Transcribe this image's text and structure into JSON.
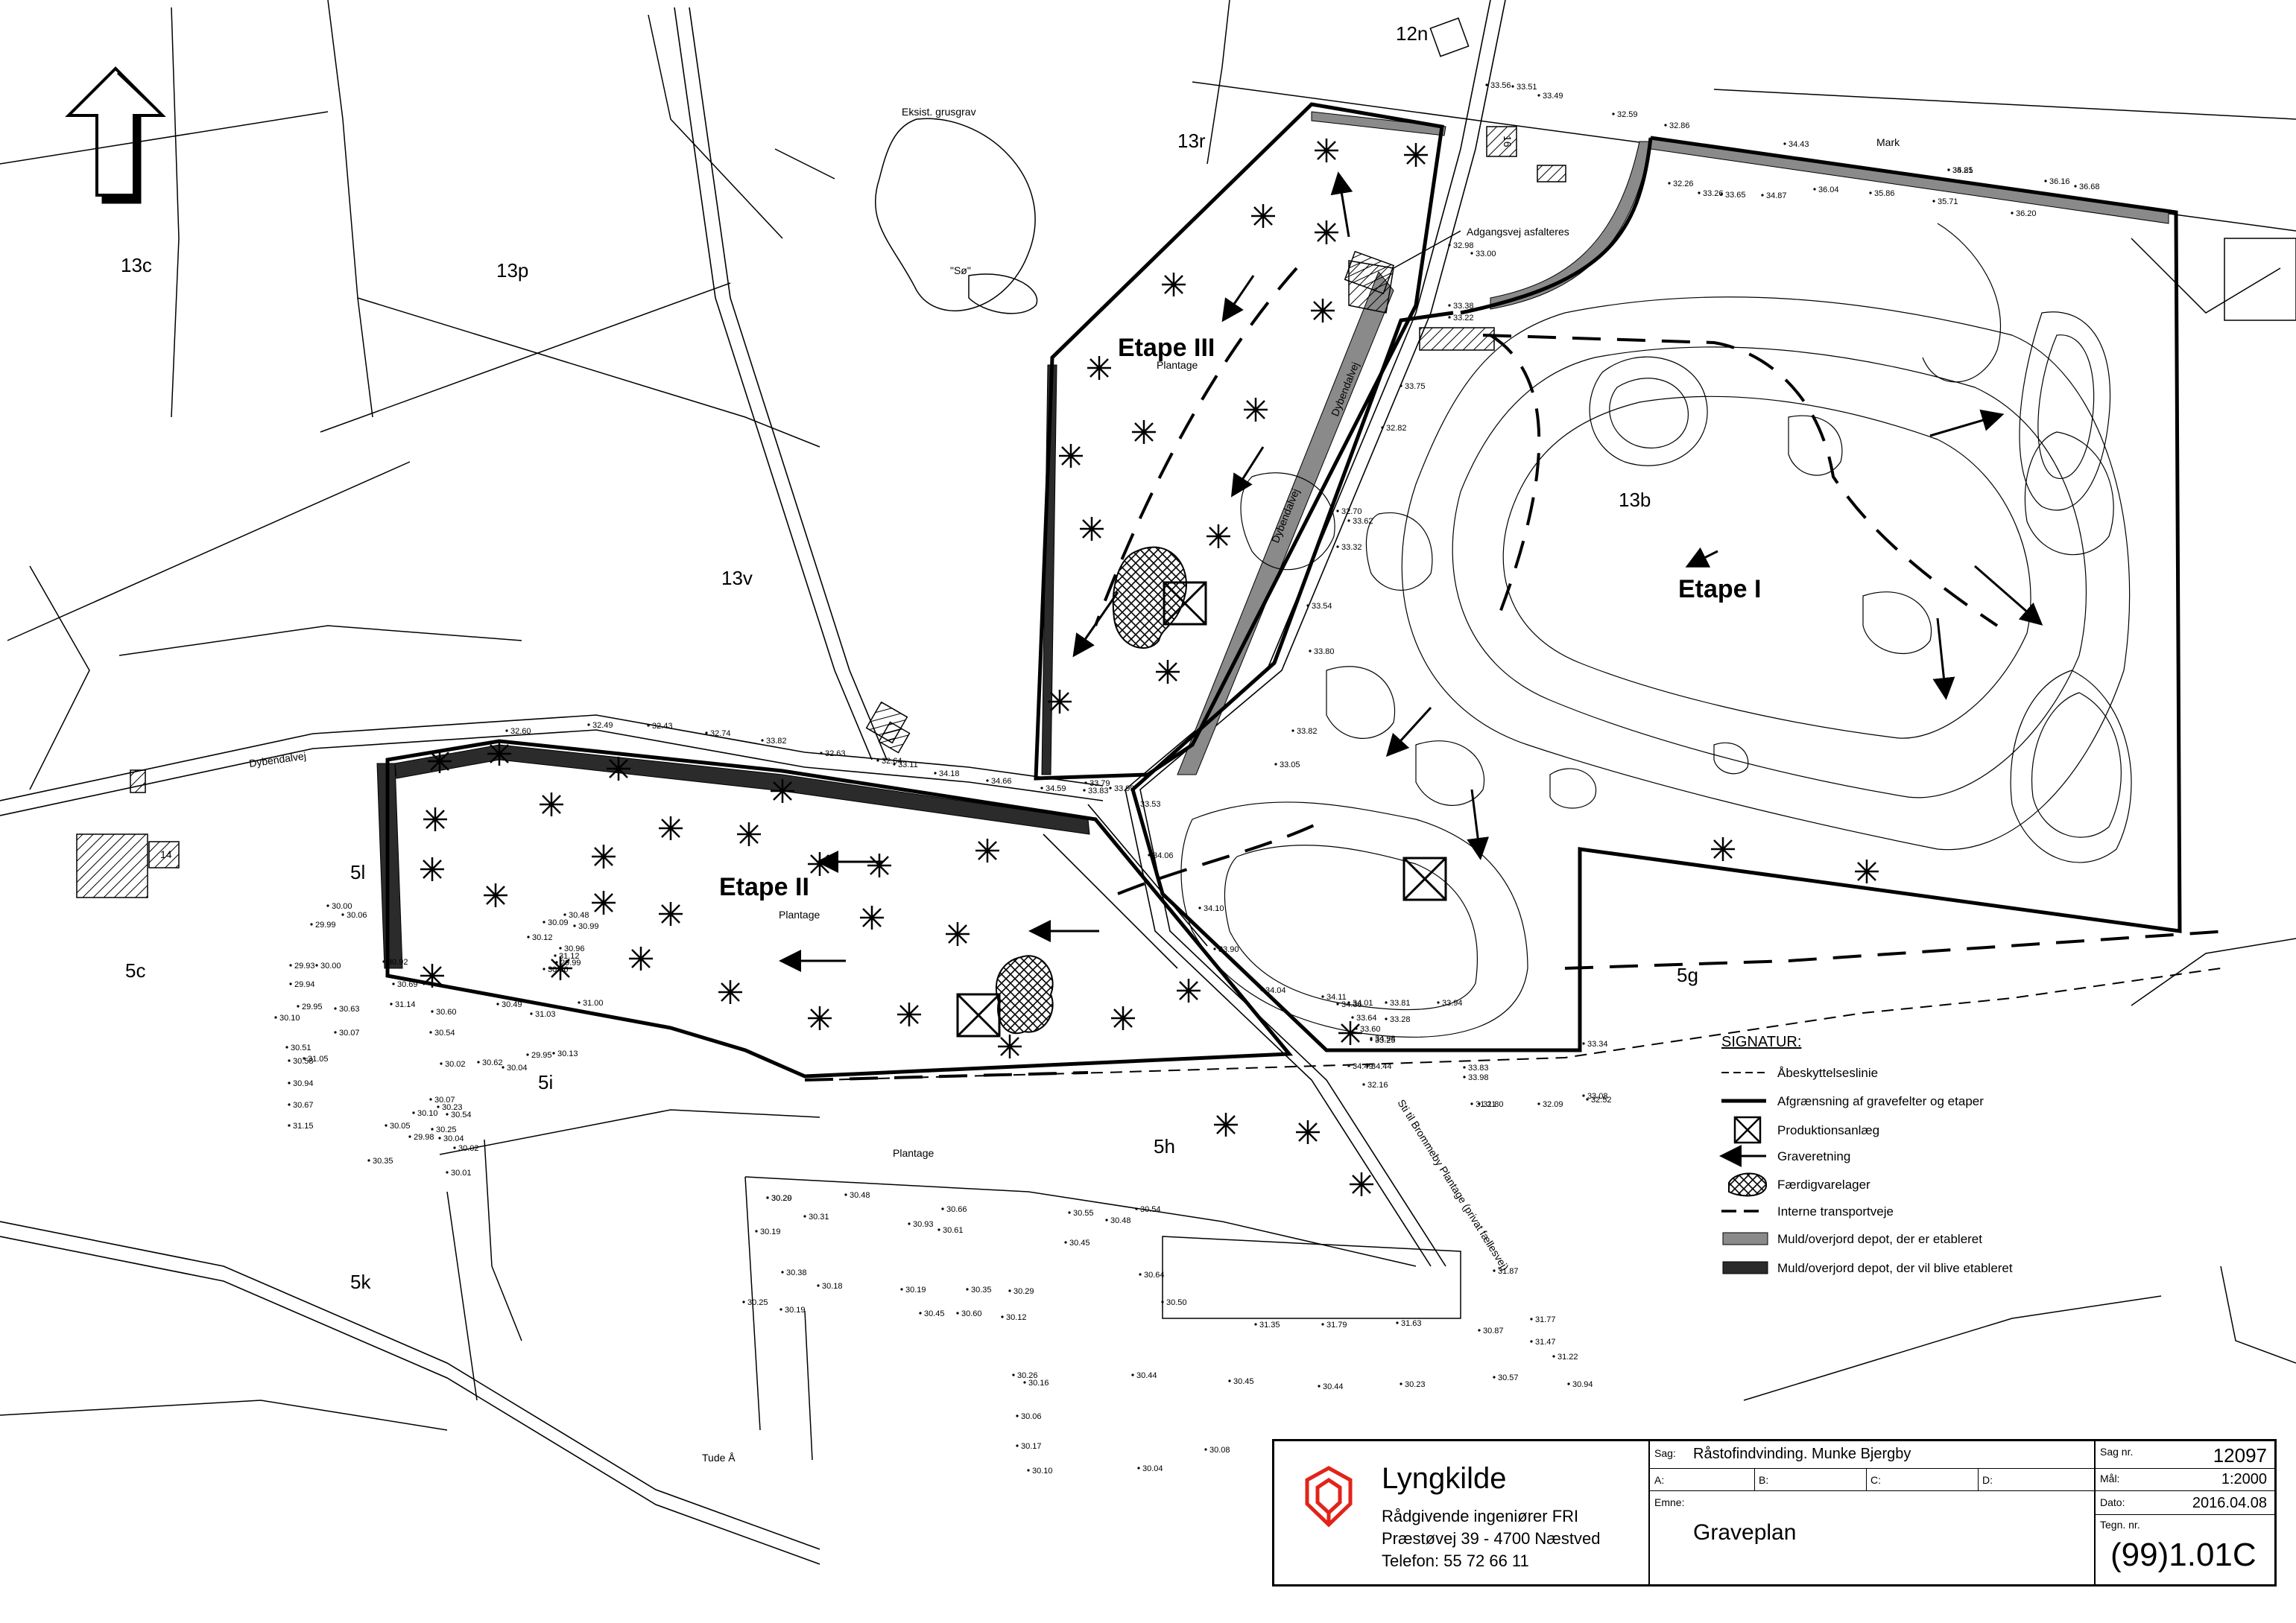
{
  "map": {
    "areas": [
      "13c",
      "13p",
      "13r",
      "13v",
      "12n",
      "13b",
      "5l",
      "5c",
      "5i",
      "5h",
      "5k",
      "5g"
    ],
    "roads": [
      "Dybendalvej",
      "Dybendalvej",
      "Dybendalvej",
      "Tude Å",
      "Sti til Brommeby Plantage (privat fællesvej)"
    ],
    "places": [
      "Eksist. grusgrav",
      "\"Sø\"",
      "Mark",
      "Plantage",
      "Plantage",
      "Plantage",
      "Adgangsvej asfalteres"
    ],
    "house_numbers": [
      "16",
      "14"
    ],
    "etaper": [
      {
        "name": "Etape III",
        "sub": "Plantage"
      },
      {
        "name": "Etape II",
        "sub": "Plantage"
      },
      {
        "name": "Etape I",
        "sub": ""
      }
    ],
    "elevations": [
      "33.56",
      "33.51",
      "33.49",
      "32.59",
      "32.86",
      "34.43",
      "34.85",
      "35.21",
      "36.16",
      "36.68",
      "32.26",
      "33.26",
      "33.65",
      "34.87",
      "36.04",
      "35.86",
      "35.71",
      "36.20",
      "32.98",
      "33.00",
      "33.38",
      "33.22",
      "33.75",
      "32.82",
      "33.62",
      "32.70",
      "33.32",
      "33.54",
      "33.80",
      "33.82",
      "33.05",
      "32.60",
      "32.49",
      "32.43",
      "32.74",
      "33.82",
      "32.63",
      "32.64",
      "33.11",
      "34.18",
      "34.66",
      "34.59",
      "33.79",
      "33.83",
      "33.99",
      "33.53",
      "34.06",
      "34.10",
      "33.90",
      "34.04",
      "34.11",
      "34.36",
      "34.01",
      "33.81",
      "33.94",
      "33.64",
      "33.60",
      "33.28",
      "33.25",
      "34.98",
      "34.49",
      "34.44",
      "33.83",
      "33.98",
      "33.34",
      "33.08",
      "32.52",
      "32.16",
      "32.09",
      "31.80",
      "31.21",
      "31.87",
      "31.77",
      "31.47",
      "31.22",
      "30.94",
      "30.57",
      "30.87",
      "31.63",
      "31.79",
      "31.35",
      "30.64",
      "30.50",
      "30.45",
      "30.48",
      "30.54",
      "30.55",
      "30.66",
      "30.61",
      "30.93",
      "30.48",
      "30.31",
      "30.29",
      "30.19",
      "30.20",
      "30.38",
      "30.25",
      "30.19",
      "30.18",
      "30.19",
      "30.35",
      "30.29",
      "30.45",
      "30.60",
      "30.12",
      "30.16",
      "30.26",
      "30.44",
      "30.45",
      "30.44",
      "30.23",
      "30.06",
      "30.17",
      "30.10",
      "30.04",
      "30.08",
      "30.00",
      "30.06",
      "29.99",
      "29.93",
      "30.00",
      "29.94",
      "29.95",
      "30.63",
      "30.10",
      "30.07",
      "30.51",
      "30.58",
      "31.05",
      "30.94",
      "30.67",
      "31.15",
      "30.92",
      "30.69",
      "31.14",
      "30.60",
      "30.54",
      "30.49",
      "31.03",
      "31.00",
      "31.12",
      "30.99",
      "30.48",
      "30.09",
      "30.12",
      "30.96",
      "30.36",
      "29.99",
      "29.95",
      "30.13",
      "30.04",
      "30.62",
      "30.02",
      "30.07",
      "30.23",
      "30.05",
      "30.10",
      "30.54",
      "30.25",
      "29.98",
      "30.04",
      "30.02",
      "30.35",
      "30.01"
    ]
  },
  "legend": {
    "title": "SIGNATUR:",
    "items": [
      {
        "label": "Åbeskyttelseslinie",
        "icon": "dashed-line-icon"
      },
      {
        "label": "Afgrænsning af gravefelter og etaper",
        "icon": "solid-line-icon"
      },
      {
        "label": "Produktionsanlæg",
        "icon": "boxed-x-icon"
      },
      {
        "label": "Graveretning",
        "icon": "arrow-icon"
      },
      {
        "label": "Færdigvarelager",
        "icon": "hatched-blob-icon"
      },
      {
        "label": "Interne transportveje",
        "icon": "long-dash-icon"
      },
      {
        "label": "Muld/overjord depot, der er etableret",
        "icon": "grey-band-icon"
      },
      {
        "label": "Muld/overjord depot, der vil blive etableret",
        "icon": "dark-band-icon"
      }
    ]
  },
  "title_block": {
    "company": "Lyngkilde",
    "line1": "Rådgivende ingeniører FRI",
    "line2": "Præstøvej 39 - 4700 Næstved",
    "line3": "Telefon:  55 72 66 11",
    "sag_label": "Sag:",
    "sag_value": "Råstofindvinding. Munke Bjergby",
    "a_label": "A:",
    "b_label": "B:",
    "c_label": "C:",
    "d_label": "D:",
    "emne_label": "Emne:",
    "emne_value": "Graveplan",
    "sagnr_label": "Sag nr.",
    "sagnr_value": "12097",
    "maal_label": "Mål:",
    "maal_value": "1:2000",
    "dato_label": "Dato:",
    "dato_value": "2016.04.08",
    "tegn_label": "Tegn. nr.",
    "tegn_value": "(99)1.01C"
  },
  "colors": {
    "ink": "#000000",
    "grey_depot": "#8a8a8a",
    "dark_depot": "#2b2b2b",
    "logo": "#e2231a"
  }
}
